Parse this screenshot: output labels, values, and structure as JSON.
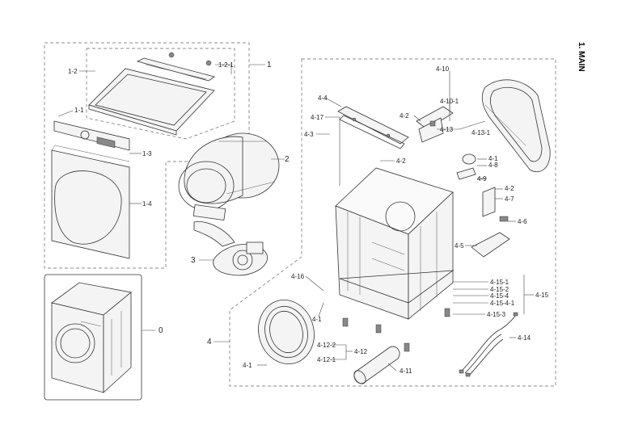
{
  "title": "1. MAIN",
  "labels": {
    "l0": "0",
    "l1": "1",
    "l1_1": "1-1",
    "l1_2": "1-2",
    "l1_2_1": "1-2-1",
    "l1_3": "1-3",
    "l1_4": "1-4",
    "l2": "2",
    "l3": "3",
    "l4": "4",
    "l4_1a": "4-1",
    "l4_1b": "4-1",
    "l4_1c": "4-1",
    "l4_2a": "4-2",
    "l4_2b": "4-2",
    "l4_2c": "4-2",
    "l4_3": "4-3",
    "l4_4": "4-4",
    "l4_5": "4-5",
    "l4_6": "4-6",
    "l4_7": "4-7",
    "l4_8": "4-8",
    "l4_9": "4-9",
    "l4_10": "4-10",
    "l4_10_1": "4-10-1",
    "l4_11": "4-11",
    "l4_12": "4-12",
    "l4_12_1": "4-12-1",
    "l4_12_2": "4-12-2",
    "l4_13": "4-13",
    "l4_13_1": "4-13-1",
    "l4_14": "4-14",
    "l4_15": "4-15",
    "l4_15_1": "4-15-1",
    "l4_15_2": "4-15-2",
    "l4_15_3": "4-15-3",
    "l4_15_4": "4-15-4",
    "l4_15_4_1": "4-15-4-1",
    "l4_16": "4-16",
    "l4_17": "4-17"
  }
}
